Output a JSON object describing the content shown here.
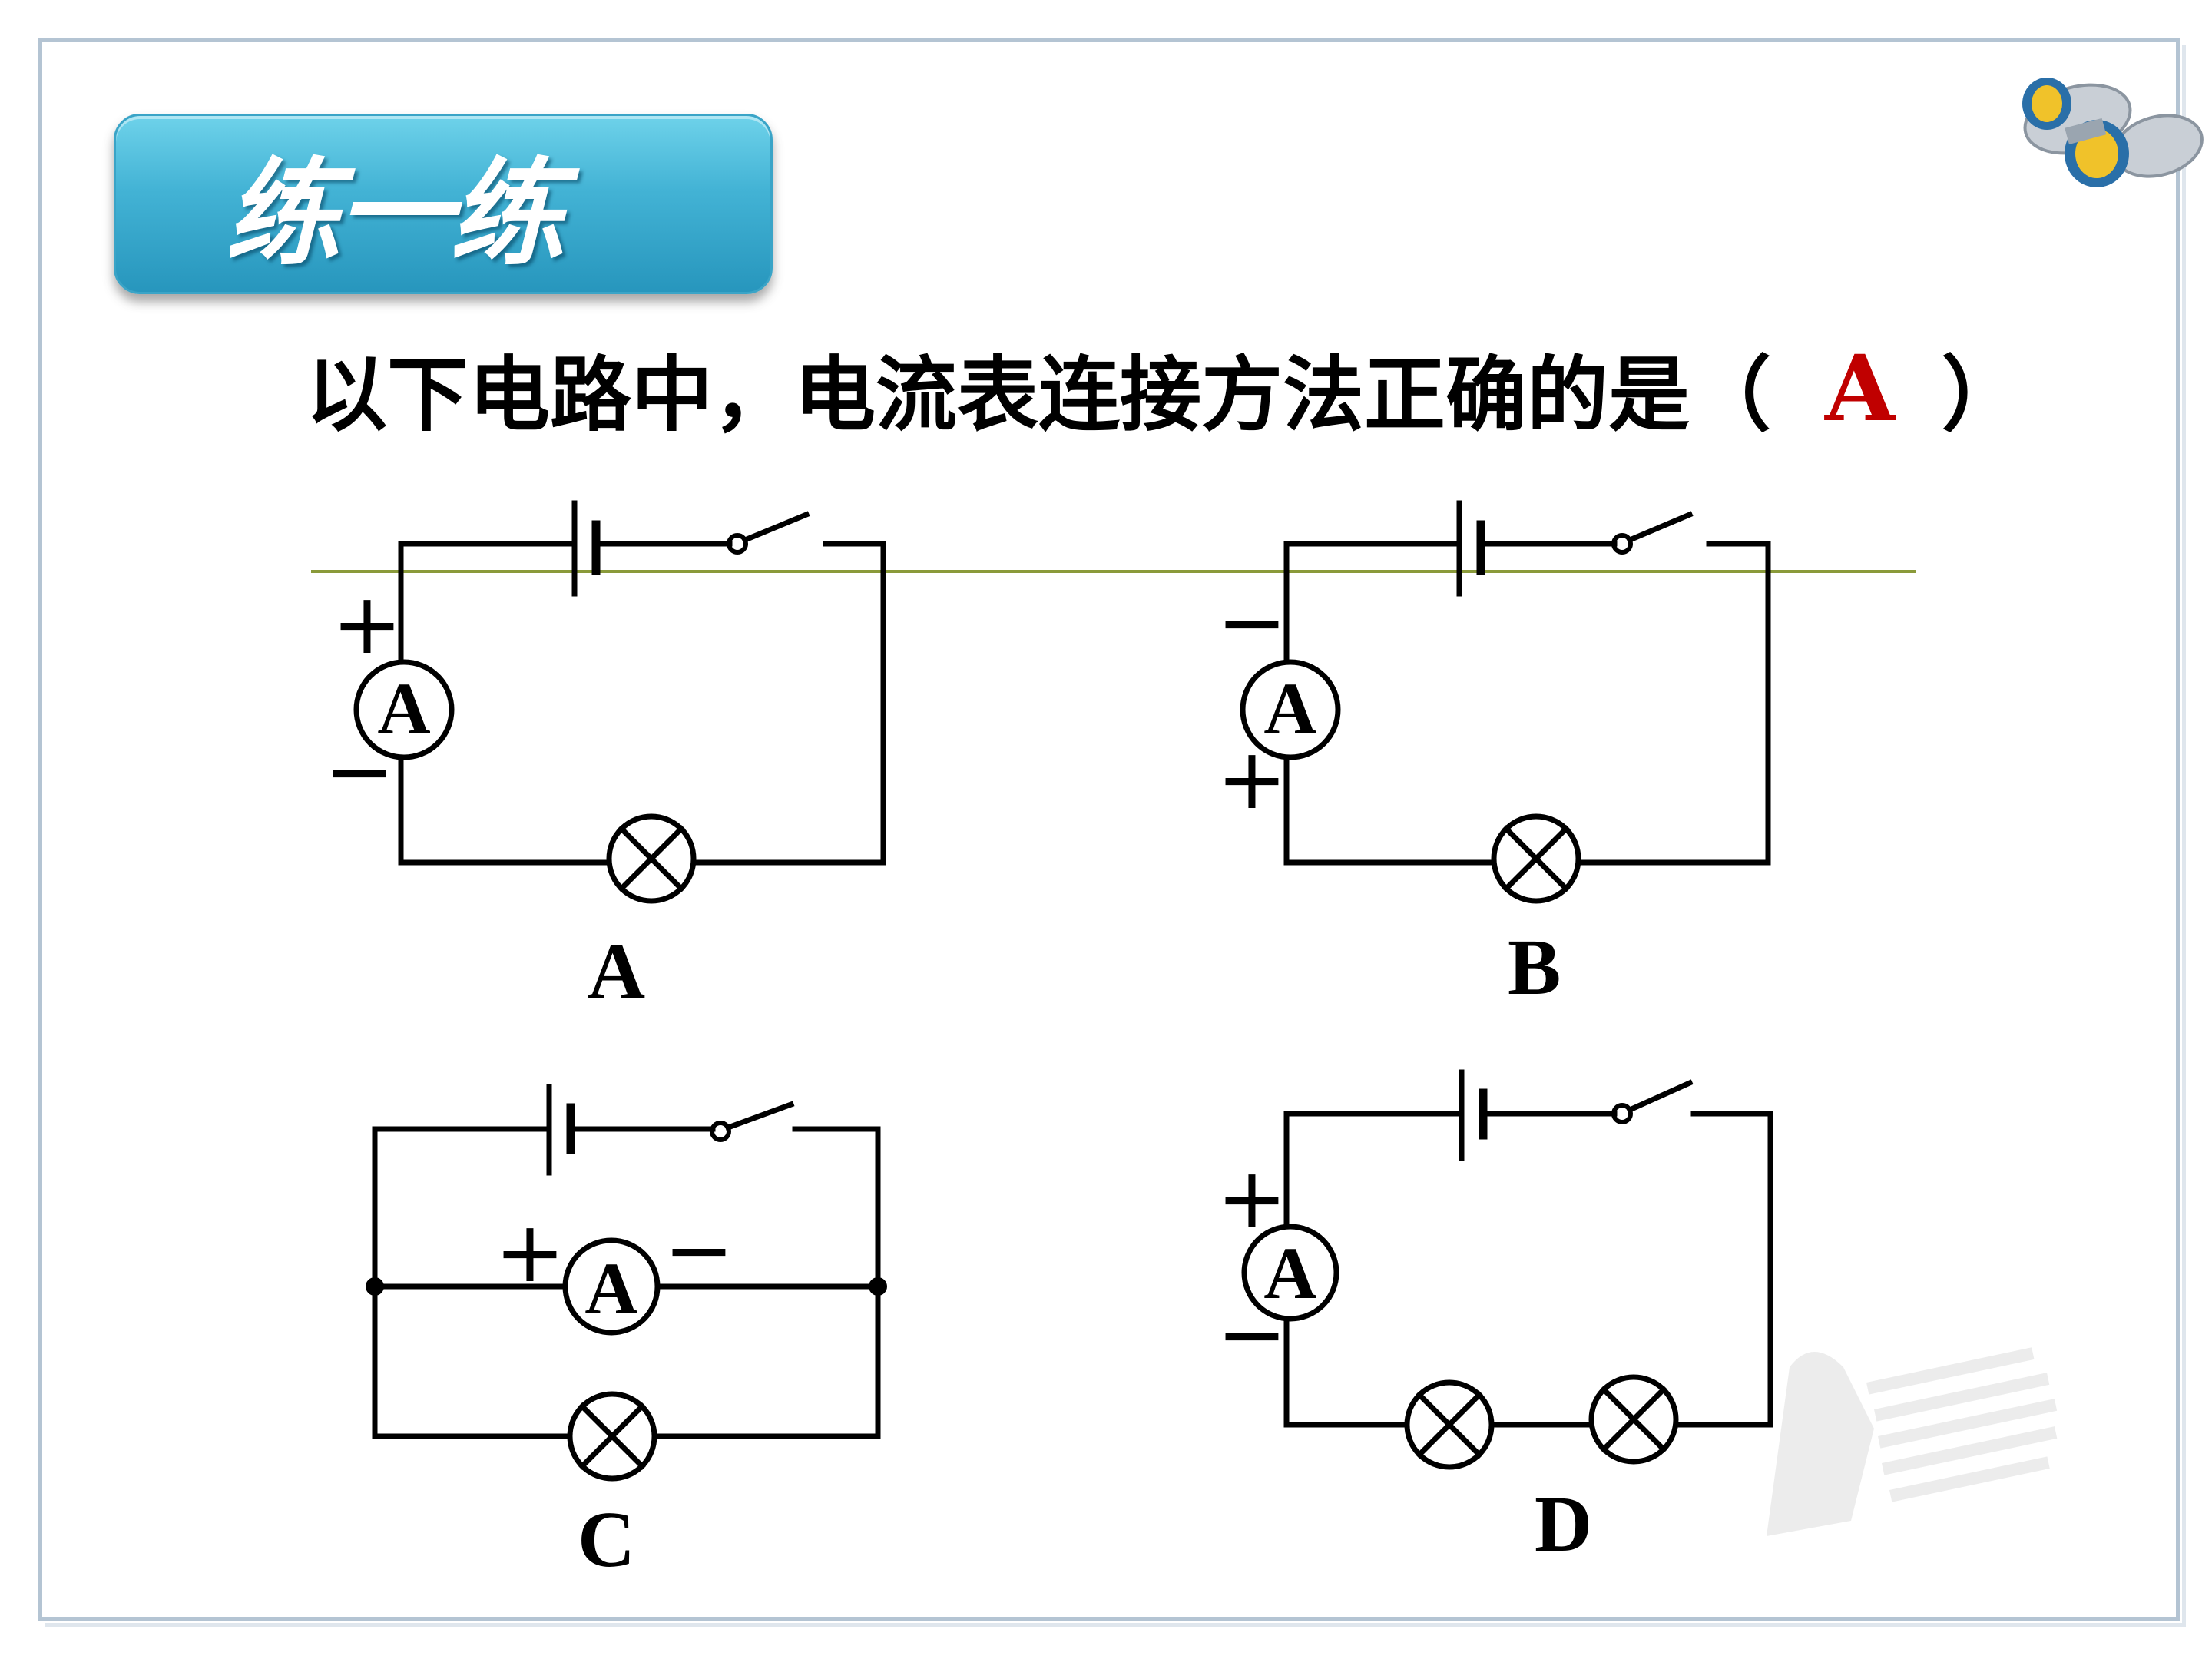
{
  "title": "练一练",
  "question": {
    "text": "以下电路中，电流表连接方法正确的是（",
    "answer": "A",
    "close": "）"
  },
  "meter_symbol": "A",
  "signs": {
    "plus": "+",
    "minus": "−"
  },
  "options": [
    {
      "label": "A"
    },
    {
      "label": "B"
    },
    {
      "label": "C"
    },
    {
      "label": "D"
    }
  ],
  "icons": {
    "binoculars": "binoculars-icon",
    "watermark": "logo-watermark"
  },
  "colors": {
    "title_box": "#43b3d5",
    "answer": "#c00000",
    "frame": "#b4c4d3",
    "guide_line": "#8a9a3a"
  }
}
